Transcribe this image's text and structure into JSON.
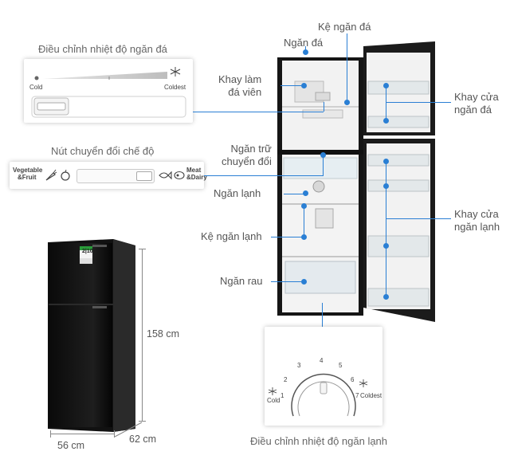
{
  "freezer_control": {
    "title": "Điều chỉnh nhiệt độ ngăn đá",
    "cold_label": "Cold",
    "coldest_label": "Coldest"
  },
  "mode_switch": {
    "title": "Nút chuyển đổi chế độ",
    "left_label_1": "Vegetable",
    "left_label_2": "&Fruit",
    "right_label_1": "Meat",
    "right_label_2": "&Dairy"
  },
  "product_badge": {
    "energy_text": "2|10"
  },
  "dimensions": {
    "height": "158 cm",
    "width": "56 cm",
    "depth": "62 cm"
  },
  "callouts": {
    "ke_ngan_da": "Kệ ngăn đá",
    "ngan_da": "Ngăn đá",
    "khay_lam_da_1": "Khay làm",
    "khay_lam_da_2": "đá viên",
    "ngan_tru_1": "Ngăn trữ",
    "ngan_tru_2": "chuyển đổi",
    "ngan_lanh": "Ngăn lạnh",
    "ke_ngan_lanh": "Kệ ngăn lạnh",
    "ngan_rau": "Ngăn rau",
    "khay_cua_da_1": "Khay cửa",
    "khay_cua_da_2": "ngăn đá",
    "khay_cua_lanh_1": "Khay cửa",
    "khay_cua_lanh_2": "ngăn lạnh"
  },
  "fridge_dial": {
    "title": "Điều chỉnh nhiệt độ ngăn lạnh",
    "cold_label": "Cold",
    "coldest_label": "Coldest",
    "marks": [
      "1",
      "2",
      "3",
      "4",
      "5",
      "6",
      "7"
    ]
  },
  "colors": {
    "accent": "#2a7fd4",
    "fridge_body": "#1a1a1a"
  }
}
